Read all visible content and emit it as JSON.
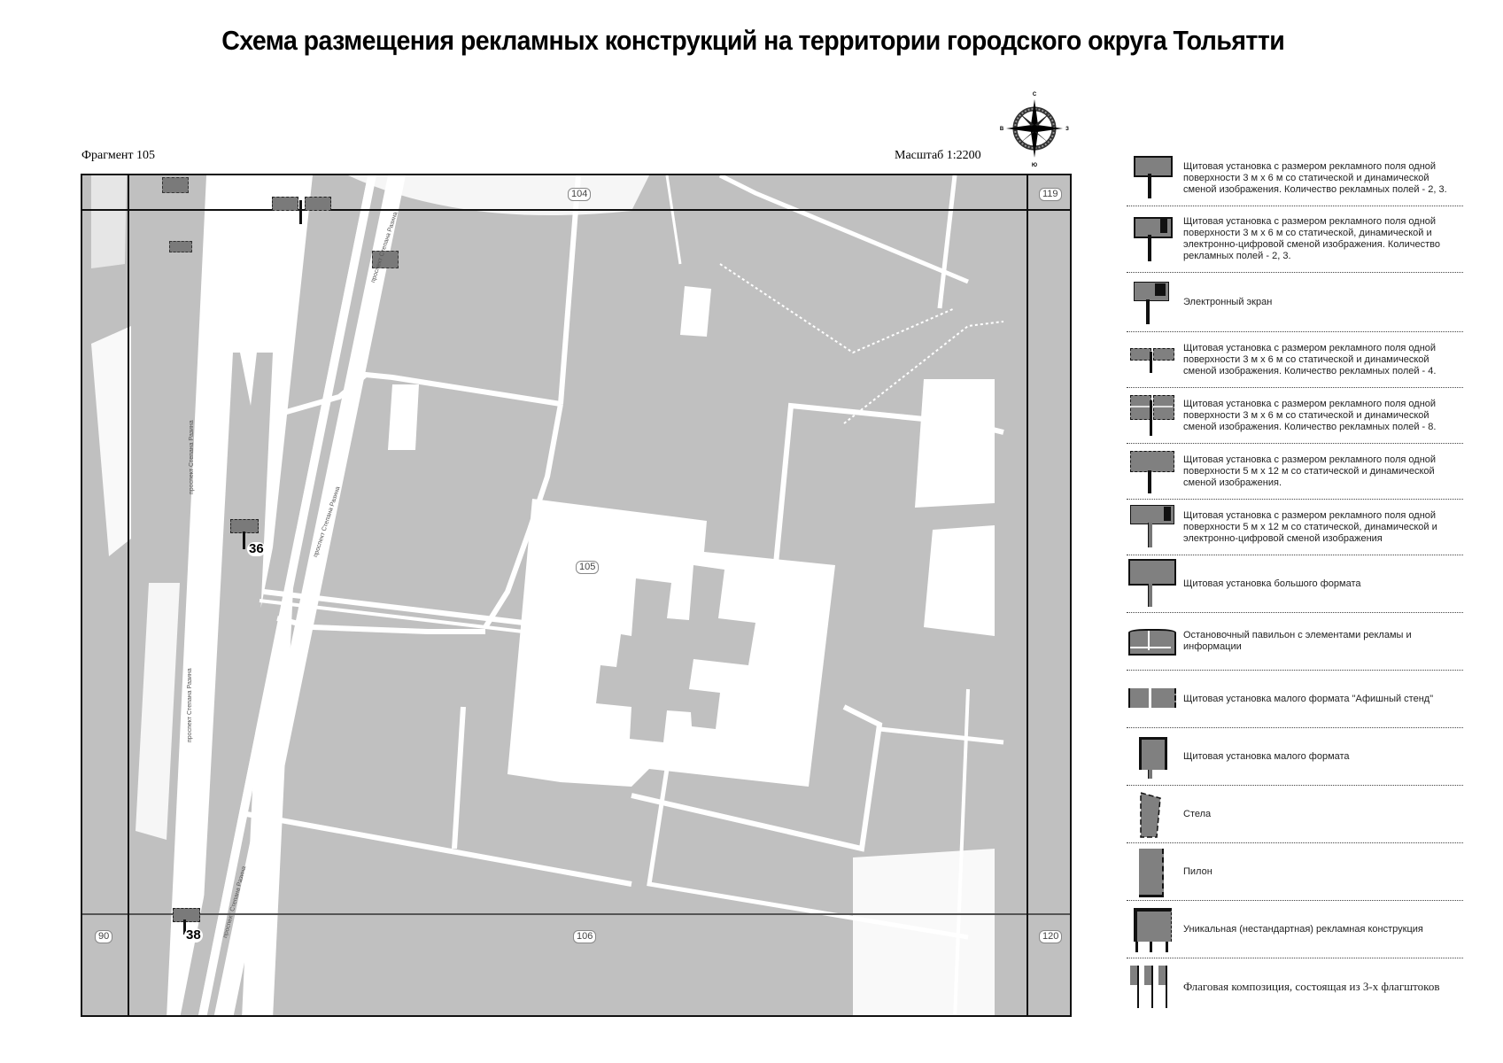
{
  "header": {
    "title": "Схема размещения рекламных конструкций на территории городского округа Тольятти",
    "fragment": "Фрагмент 105",
    "scale": "Масштаб 1:2200"
  },
  "compass": {
    "north": "С",
    "south": "Ю",
    "west": "В",
    "east": "З",
    "icon": "compass-rose-icon"
  },
  "map": {
    "tile_labels": [
      {
        "id": "104",
        "label": "104"
      },
      {
        "id": "119",
        "label": "119"
      },
      {
        "id": "105",
        "label": "105"
      },
      {
        "id": "90",
        "label": "90"
      },
      {
        "id": "106",
        "label": "106"
      },
      {
        "id": "120",
        "label": "120"
      }
    ],
    "markers": [
      {
        "number": "36",
        "type": "billboard-3x6"
      },
      {
        "number": "38",
        "type": "billboard-3x6"
      }
    ],
    "street_label": "проспект Степана Разина",
    "colors": {
      "background": "#c0c0c0",
      "roads": "#ffffff",
      "marker_fill": "#7a7a7a",
      "grid_lines": "#111111"
    }
  },
  "legend": {
    "items": [
      {
        "icon": "billboard-3x6-static-dynamic-icon",
        "text": "Щитовая установка с размером рекламного поля одной поверхности 3 м х 6 м со статической и динамической сменой изображения. Количество рекламных полей - 2, 3."
      },
      {
        "icon": "billboard-3x6-digital-icon",
        "text": "Щитовая установка с размером рекламного поля одной поверхности 3 м х 6 м со статической, динамической и электронно-цифровой сменой изображения. Количество рекламных полей - 2, 3."
      },
      {
        "icon": "electronic-screen-icon",
        "text": "Электронный экран"
      },
      {
        "icon": "billboard-3x6-four-fields-icon",
        "text": "Щитовая установка с размером рекламного поля одной поверхности 3 м х 6 м со статической и динамической сменой изображения. Количество рекламных полей - 4."
      },
      {
        "icon": "billboard-3x6-eight-fields-icon",
        "text": "Щитовая установка с размером рекламного поля одной поверхности 3 м х 6 м со статической и динамической сменой изображения. Количество рекламных полей - 8."
      },
      {
        "icon": "billboard-5x12-icon",
        "text": "Щитовая установка с размером рекламного поля одной поверхности 5 м х 12 м со статической и динамической сменой изображения."
      },
      {
        "icon": "billboard-5x12-digital-icon",
        "text": "Щитовая установка с размером рекламного поля одной поверхности 5 м х 12 м со статической, динамической и электронно-цифровой сменой изображения"
      },
      {
        "icon": "large-format-billboard-icon",
        "text": "Щитовая установка большого формата"
      },
      {
        "icon": "bus-stop-pavilion-icon",
        "text": "Остановочный павильон с элементами рекламы и информации"
      },
      {
        "icon": "poster-stand-icon",
        "text": "Щитовая установка малого формата \"Афишный стенд\""
      },
      {
        "icon": "small-format-billboard-icon",
        "text": "Щитовая установка малого формата"
      },
      {
        "icon": "stele-icon",
        "text": "Стела"
      },
      {
        "icon": "pylon-icon",
        "text": "Пилон"
      },
      {
        "icon": "unique-construction-icon",
        "text": "Уникальная (нестандартная) рекламная конструкция"
      },
      {
        "icon": "flag-composition-icon",
        "text": "Флаговая композиция, состоящая из 3-х флагштоков"
      }
    ]
  }
}
